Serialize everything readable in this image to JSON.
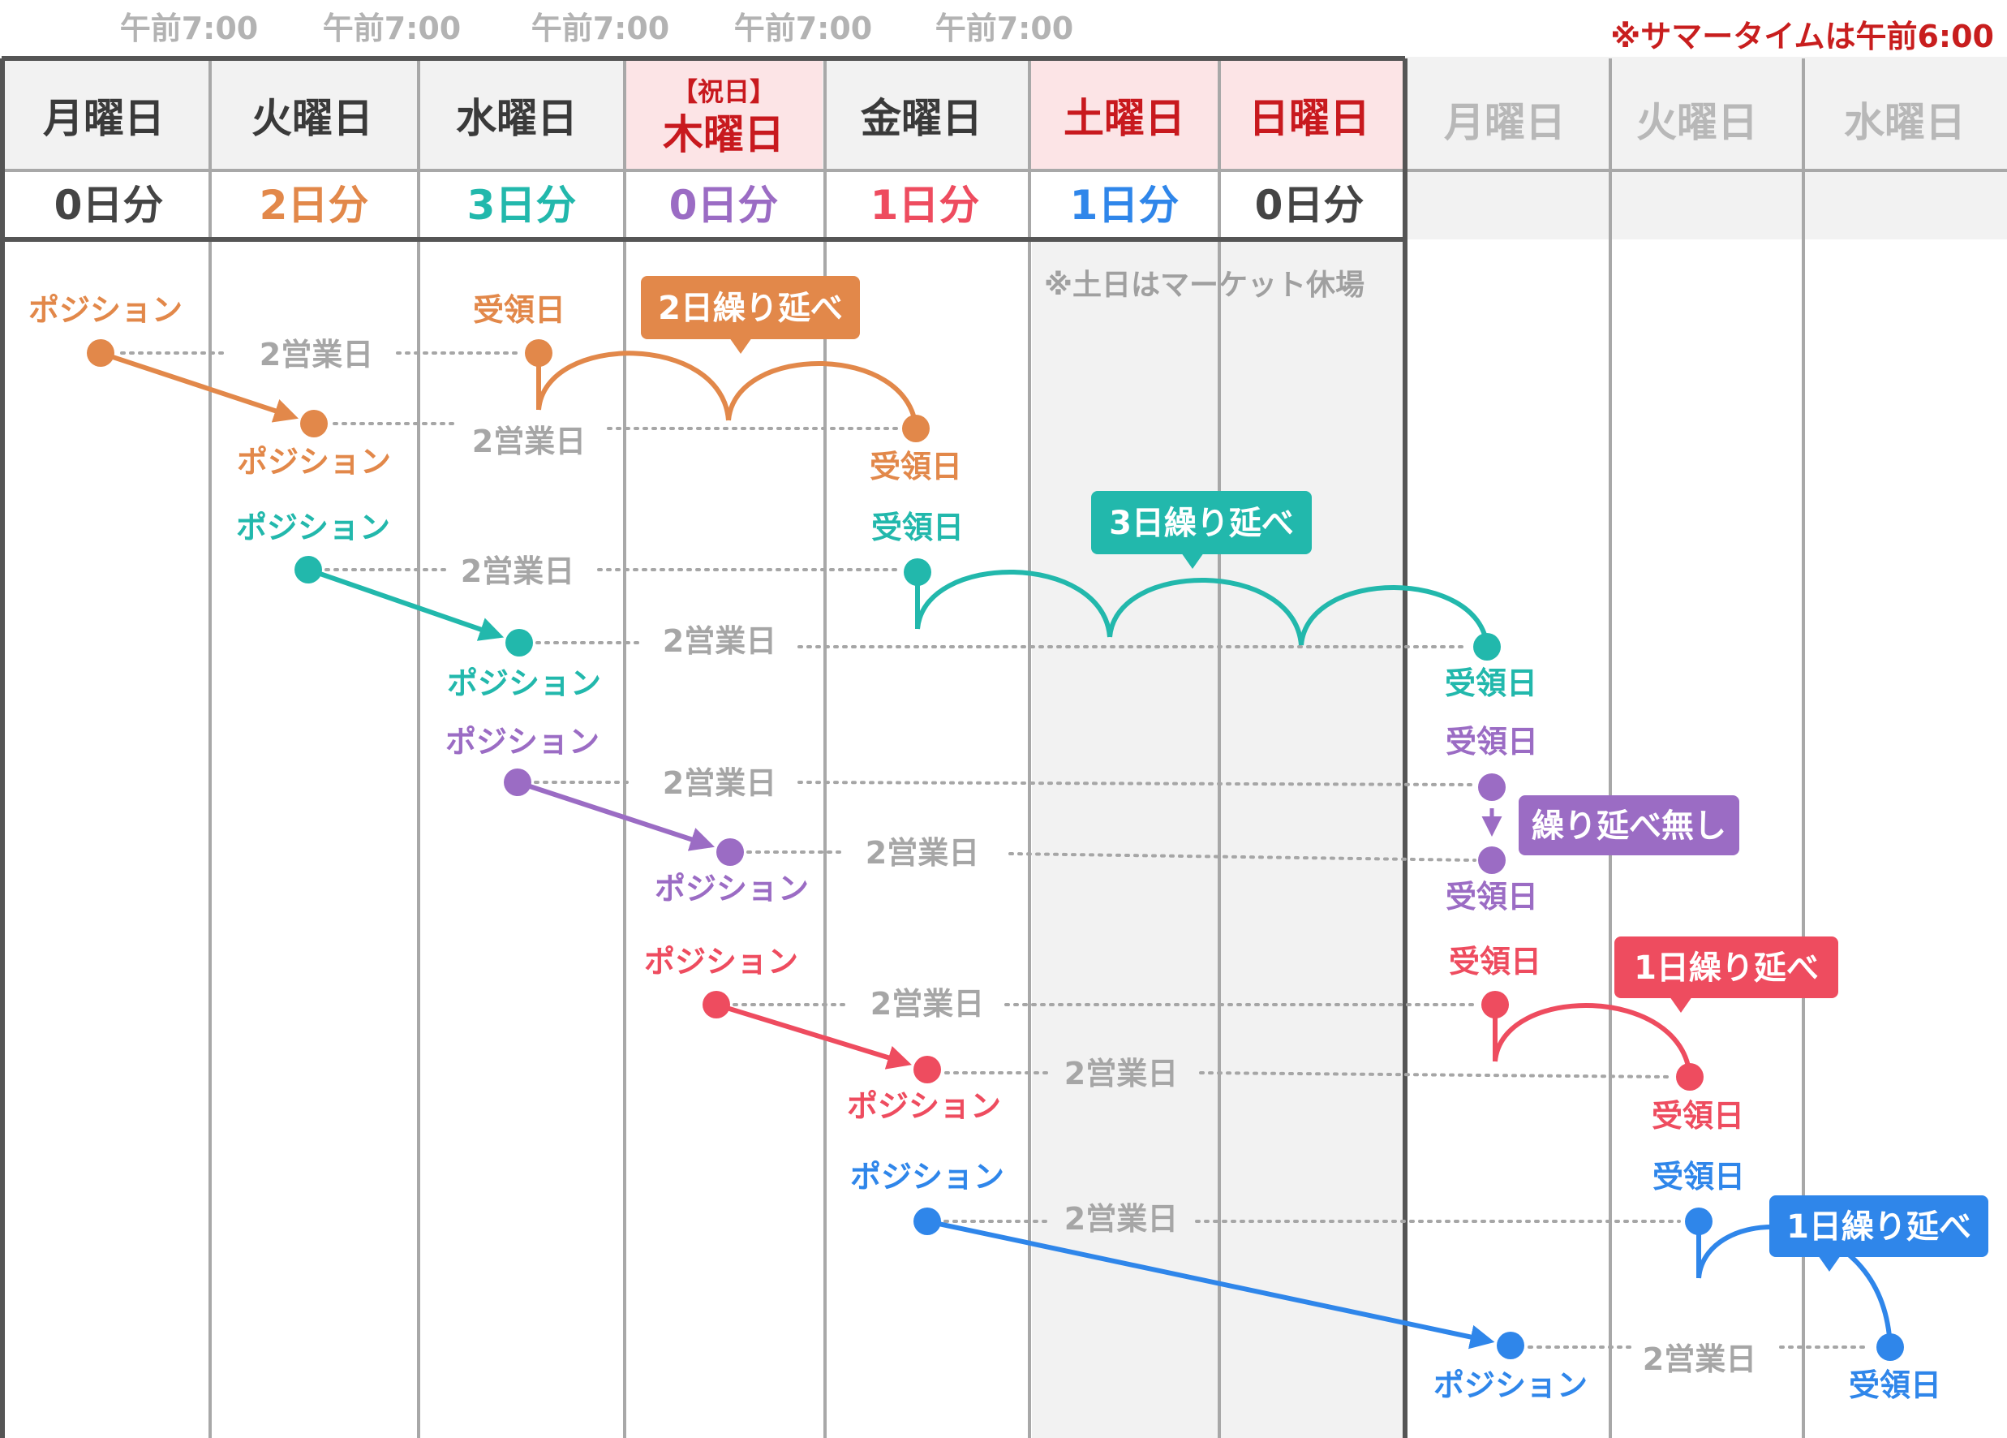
{
  "times": [
    "午前7:00",
    "午前7:00",
    "午前7:00",
    "午前7:00",
    "午前7:00"
  ],
  "summer_note": "※サマータイムは午前6:00",
  "days": [
    "月曜日",
    "火曜日",
    "水曜日",
    "木曜日",
    "金曜日",
    "土曜日",
    "日曜日",
    "月曜日",
    "火曜日",
    "水曜日"
  ],
  "holiday_label": "【祝日】",
  "counts": [
    {
      "text": "0日分",
      "color": "#444444"
    },
    {
      "text": "2日分",
      "color": "#e2884a"
    },
    {
      "text": "3日分",
      "color": "#22b8ac"
    },
    {
      "text": "0日分",
      "color": "#9b6cc4"
    },
    {
      "text": "1日分",
      "color": "#ee4c5f"
    },
    {
      "text": "1日分",
      "color": "#2f86ea"
    },
    {
      "text": "0日分",
      "color": "#444444"
    }
  ],
  "market_note": "※土日はマーケット休場",
  "position_label": "ポジション",
  "receive_label": "受領日",
  "biz_label": "2営業日",
  "rows": [
    {
      "color": "#e2884a",
      "tag": "2日繰り延べ"
    },
    {
      "color": "#22b8ac",
      "tag": "3日繰り延べ"
    },
    {
      "color": "#9b6cc4",
      "tag": "繰り延べ無し"
    },
    {
      "color": "#ee4c5f",
      "tag": "1日繰り延べ"
    },
    {
      "color": "#2f86ea",
      "tag": "1日繰り延べ"
    }
  ],
  "colors": {
    "weekend_bg": "#f2f2f2",
    "holiday_bg": "#fce4e6",
    "holiday_text": "#c8191e",
    "grid": "#a8a8a8",
    "frame": "#555555"
  }
}
